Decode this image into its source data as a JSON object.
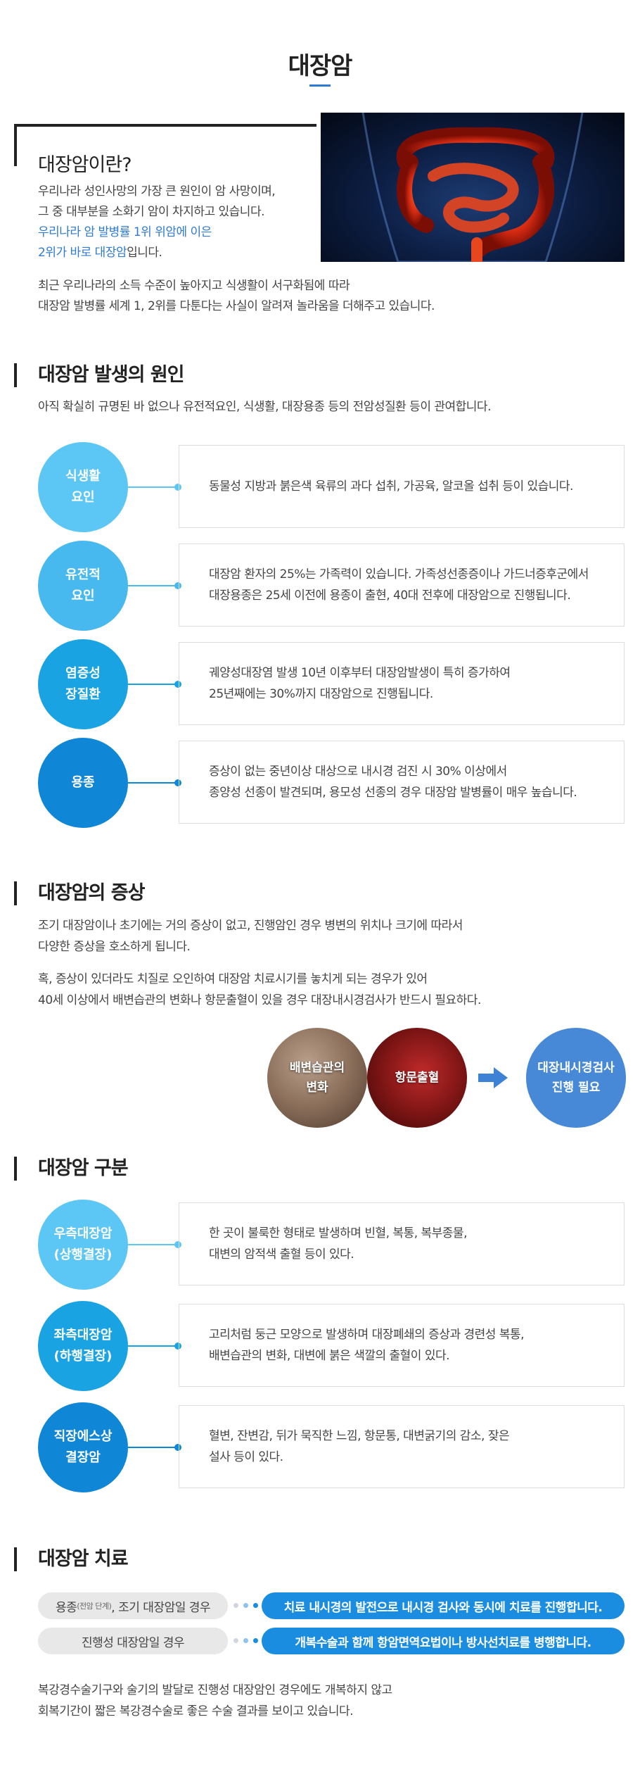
{
  "page": {
    "title": "대장암"
  },
  "intro": {
    "heading": "대장암이란?",
    "line1": "우리나라 성인사망의 가장 큰 원인이 암 사망이며,",
    "line2": "그 중 대부분을 소화기 암이 차지하고 있습니다.",
    "line3": "우리나라 암 발병률 1위 위암에 이은",
    "line4_blue": "2위가 바로 대장암",
    "line4_rest": "입니다.",
    "line5": "최근 우리나라의 소득 수준이 높아지고 식생활이 서구화됨에 따라",
    "line6": "대장암 발병률 세계 1, 2위를 다툰다는 사실이 알려져 놀라움을 더해주고 있습니다."
  },
  "causes": {
    "heading": "대장암 발생의 원인",
    "desc": "아직 확실히 규명된 바 없으나 유전적요인, 식생활, 대장용종 등의 전암성질환 등이 관여합니다.",
    "items": [
      {
        "label": "식생활\n요인",
        "text": "동물성 지방과 붉은색 육류의 과다 섭취, 가공육, 알코올 섭취 등이 있습니다.",
        "color": "#5cc6f5"
      },
      {
        "label": "유전적\n요인",
        "text": "대장암 환자의 25%는 가족력이 있습니다. 가족성선종증이나 가드너증후군에서\n대장용종은 25세 이전에 용종이 출현, 40대 전후에 대장암으로 진행됩니다.",
        "color": "#47b9ee"
      },
      {
        "label": "염증성\n장질환",
        "text": "궤양성대장염 발생 10년 이후부터 대장암발생이 특히 증가하여\n25년째에는 30%까지 대장암으로 진행됩니다.",
        "color": "#1aa3e2"
      },
      {
        "label": "용종",
        "text": "증상이 없는 중년이상 대상으로 내시경 검진 시 30% 이상에서\n종양성 선종이 발견되며, 용모성 선종의 경우 대장암 발병률이 매우 높습니다.",
        "color": "#1086d6"
      }
    ]
  },
  "symptoms": {
    "heading": "대장암의 증상",
    "p1_line1": "조기 대장암이나 초기에는 거의 증상이 없고, 진행암인 경우 병변의 위치나 크기에 따라서",
    "p1_line2": "다양한 증상을 호소하게 됩니다.",
    "p2_line1": "혹, 증상이 있더라도 치질로 오인하여 대장암 치료시기를 놓치게 되는 경우가 있어",
    "p2_line2": "40세 이상에서 배변습관의 변화나 항문출혈이 있을 경우 대장내시경검사가 반드시 필요하다.",
    "circle1": "배변습관의\n변화",
    "circle2": "항문출혈",
    "circle3": "대장내시경검사\n진행 필요"
  },
  "types": {
    "heading": "대장암 구분",
    "items": [
      {
        "label": "우측대장암\n(상행결장)",
        "text": "한 곳이 불룩한 형태로 발생하며 빈혈, 복통, 복부종물,\n대변의 암적색 출혈 등이 있다.",
        "color": "#5cc6f5"
      },
      {
        "label": "좌측대장암\n(하행결장)",
        "text": "고리처럼 둥근 모양으로 발생하며 대장폐쇄의 증상과 경련성 복통,\n배변습관의 변화, 대변에 붉은 색깔의 출혈이 있다.",
        "color": "#1aa3e2"
      },
      {
        "label": "직장에스상\n결장암",
        "text": "혈변, 잔변감, 뒤가 묵직한 느낌, 항문통, 대변굵기의 감소, 잦은\n설사 등이 있다.",
        "color": "#1086d6"
      }
    ]
  },
  "treatment": {
    "heading": "대장암 치료",
    "rows": [
      {
        "stage_main": "용종",
        "stage_small": "(전암 단계)",
        "stage_rest": ", 조기 대장암일 경우",
        "method": "치료 내시경의 발전으로 내시경 검사와 동시에 치료를 진행합니다."
      },
      {
        "stage_main": "진행성 대장암일 경우",
        "stage_small": "",
        "stage_rest": "",
        "method": "개복수술과 함께 항암면역요법이나 방사선치료를 병행합니다."
      }
    ],
    "footer_line1": "복강경수술기구와 술기의 발달로 진행성 대장암인 경우에도 개복하지 않고",
    "footer_line2": "회복기간이 짧은 복강경수술로 좋은 수술 결과를 보이고 있습니다."
  },
  "colors": {
    "accent": "#2f7bd1",
    "treatment_pill": "#1a8de0",
    "gray_pill": "#e8e8e8"
  }
}
